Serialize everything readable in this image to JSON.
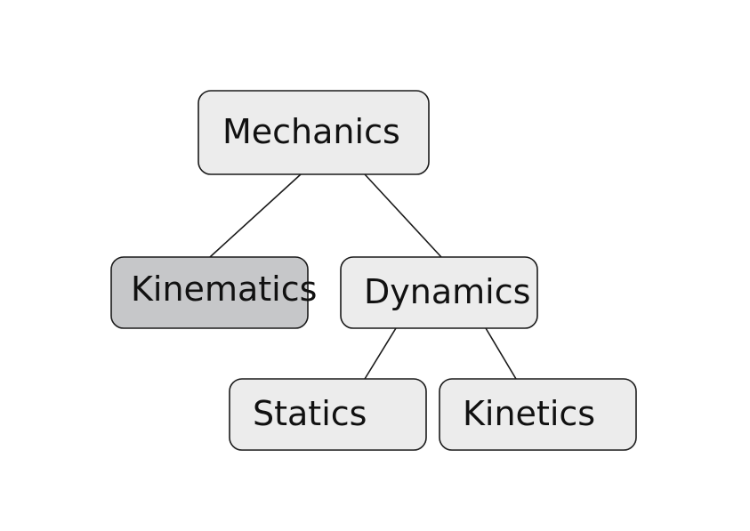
{
  "diagram": {
    "type": "tree",
    "nodes": [
      {
        "id": "mechanics",
        "label": "Mechanics",
        "highlighted": false
      },
      {
        "id": "kinematics",
        "label": "Kinematics",
        "highlighted": true
      },
      {
        "id": "dynamics",
        "label": "Dynamics",
        "highlighted": false
      },
      {
        "id": "statics",
        "label": "Statics",
        "highlighted": false
      },
      {
        "id": "kinetics",
        "label": "Kinetics",
        "highlighted": false
      }
    ],
    "edges": [
      {
        "from": "mechanics",
        "to": "kinematics"
      },
      {
        "from": "mechanics",
        "to": "dynamics"
      },
      {
        "from": "dynamics",
        "to": "statics"
      },
      {
        "from": "dynamics",
        "to": "kinetics"
      }
    ],
    "colors": {
      "node_fill": "#ececec",
      "node_highlight_fill": "#c6c7c9",
      "stroke": "#1a1a1a",
      "text": "#111111"
    }
  }
}
